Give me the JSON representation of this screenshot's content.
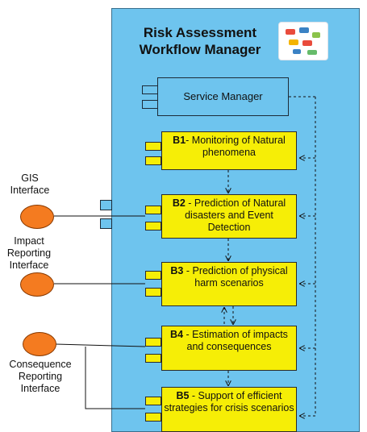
{
  "title": "Risk Assessment Workflow Manager",
  "logo_icon": "workflow-diagram-icon",
  "service_manager": {
    "label": "Service Manager"
  },
  "components": [
    {
      "id": "B1",
      "text": "- Monitoring of Natural phenomena"
    },
    {
      "id": "B2",
      "text": " - Prediction of Natural disasters and Event Detection"
    },
    {
      "id": "B3",
      "text": " - Prediction of physical harm scenarios"
    },
    {
      "id": "B4",
      "text": " - Estimation of impacts and consequences"
    },
    {
      "id": "B5",
      "text": " - Support of efficient strategies for crisis scenarios"
    }
  ],
  "interfaces": [
    {
      "label": "GIS Interface"
    },
    {
      "label": "Impact Reporting Interface"
    },
    {
      "label": "Consequence Reporting Interface"
    }
  ],
  "colors": {
    "panel": "#6ec4ee",
    "component": "#f6ee06",
    "interface": "#f47b20"
  }
}
